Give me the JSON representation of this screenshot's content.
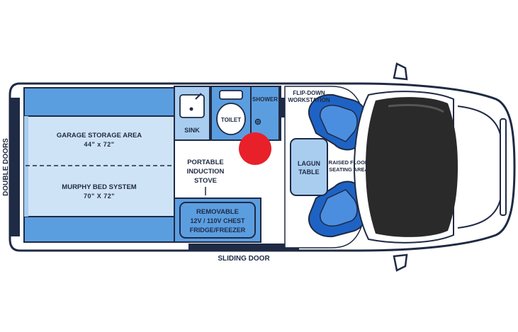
{
  "labels": {
    "double_doors": "DOUBLE DOORS",
    "garage_title": "GARAGE STORAGE AREA",
    "garage_dim": "44\" x 72\"",
    "murphy_title": "MURPHY BED SYSTEM",
    "murphy_dim": "70\" X 72\"",
    "sink": "SINK",
    "toilet": "TOILET",
    "shower": "SHOWER",
    "workstation_line1": "FLIP-DOWN",
    "workstation_line2": "WORKSTATION",
    "stove_line1": "PORTABLE",
    "stove_line2": "INDUCTION",
    "stove_line3": "STOVE",
    "fridge_line1": "REMOVABLE",
    "fridge_line2": "12V / 110V CHEST",
    "fridge_line3": "FRIDGE/FREEZER",
    "table_line1": "LAGUN",
    "table_line2": "TABLE",
    "seating_line1": "RAISED FLOOR",
    "seating_line2": "SEATING AREA",
    "sliding_door": "SLIDING DOOR"
  },
  "colors": {
    "outline": "#1f2a44",
    "dark_blue": "#2f6fc0",
    "mid_blue": "#5b9ee0",
    "light_blue": "#a9cdef",
    "pale_blue": "#cfe3f7",
    "seat_blue": "#1e63c4",
    "marker_red": "#e8202a",
    "windshield": "#2a2a2a"
  }
}
